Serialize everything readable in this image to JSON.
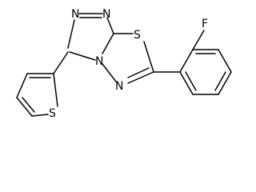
{
  "molecule": {
    "atoms": {
      "n_top_left": "N",
      "n_top_right": "N",
      "n_fused": "N",
      "n_bottom": "N",
      "s_ring": "S",
      "s_thiophene": "S",
      "f": "F"
    }
  }
}
